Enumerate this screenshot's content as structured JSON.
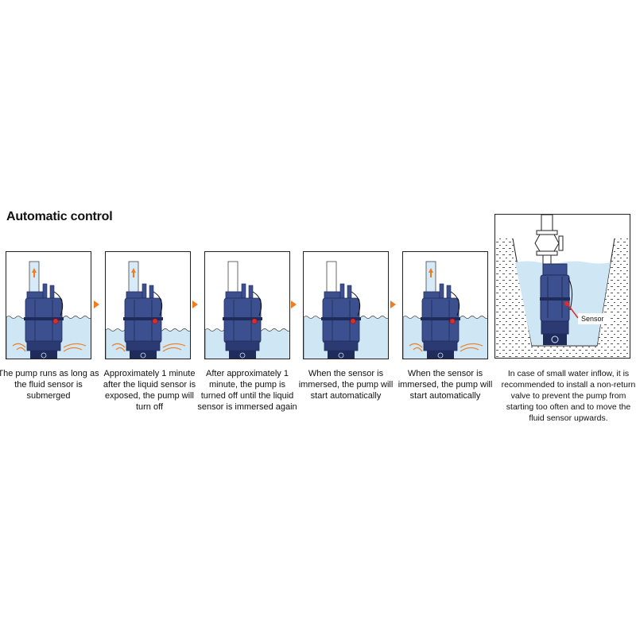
{
  "title": "Automatic control",
  "steps": [
    {
      "caption": "The pump runs as long as the fluid sensor is submerged",
      "water_level": "high",
      "pumping": true
    },
    {
      "caption": "Approximately 1 minute after the liquid sensor is exposed, the pump will turn off",
      "water_level": "low",
      "pumping": true
    },
    {
      "caption": "After approximately 1 minute, the pump is turned off until the liquid sensor is immersed again",
      "water_level": "low",
      "pumping": false
    },
    {
      "caption": "When the sensor is immersed, the pump will start automatically",
      "water_level": "high",
      "pumping": false
    },
    {
      "caption": "When the sensor is immersed, the pump will start automatically",
      "water_level": "high",
      "pumping": true
    }
  ],
  "install": {
    "caption": "In case of small water inflow, it is recommended to install a non-return valve to prevent the pump from starting too often and to move the fluid sensor upwards.",
    "sensor_label": "Sensor"
  },
  "colors": {
    "water": "#cfe6f4",
    "pump": "#3c4f8e",
    "pump_dark": "#1f2b5a",
    "sensor": "#e02b2b",
    "arrow": "#ee7d22",
    "pipe": "#d6ebf7"
  }
}
